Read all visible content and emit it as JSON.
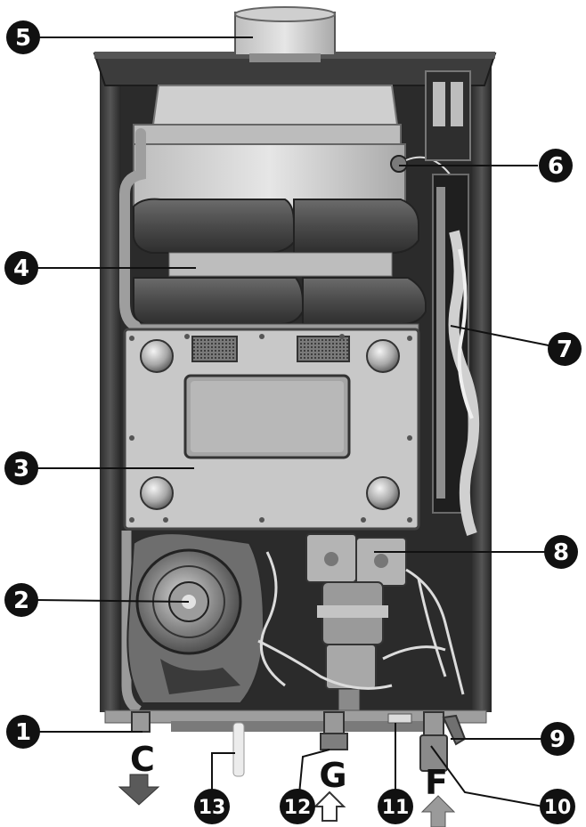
{
  "colors": {
    "background": "#ffffff",
    "callout_fill": "#111111",
    "callout_text": "#ffffff",
    "metal_light": "#d9d9d9",
    "metal_mid": "#a6a6a6",
    "metal_dark": "#3a3a3a",
    "outlet_arrow": "#5a5a5a",
    "inlet_arrow": "#9a9a9a"
  },
  "callouts": [
    {
      "id": "1",
      "label": "1"
    },
    {
      "id": "2",
      "label": "2"
    },
    {
      "id": "3",
      "label": "3"
    },
    {
      "id": "4",
      "label": "4"
    },
    {
      "id": "5",
      "label": "5"
    },
    {
      "id": "6",
      "label": "6"
    },
    {
      "id": "7",
      "label": "7"
    },
    {
      "id": "8",
      "label": "8"
    },
    {
      "id": "9",
      "label": "9"
    },
    {
      "id": "10",
      "label": "10"
    },
    {
      "id": "11",
      "label": "11"
    },
    {
      "id": "12",
      "label": "12"
    },
    {
      "id": "13",
      "label": "13"
    }
  ],
  "ports": [
    {
      "id": "C",
      "label": "C",
      "arrow": "outlet-down"
    },
    {
      "id": "G",
      "label": "G",
      "arrow": "inlet-up"
    },
    {
      "id": "F",
      "label": "F",
      "arrow": "inlet-up"
    }
  ]
}
